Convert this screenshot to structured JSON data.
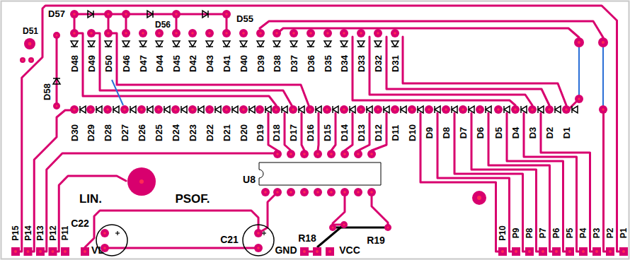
{
  "diagram": {
    "labels": [
      "D57",
      "D56",
      "D55",
      "D51",
      "D48",
      "D49",
      "D50",
      "D46",
      "D47",
      "D44",
      "D45",
      "D42",
      "D43",
      "D41",
      "D40",
      "D39",
      "D38",
      "D37",
      "D36",
      "D35",
      "D34",
      "D33",
      "D32",
      "D31",
      "D58",
      "D30",
      "D29",
      "D28",
      "D27",
      "D26",
      "D25",
      "D24",
      "D23",
      "D22",
      "D21",
      "D20",
      "D19",
      "D18",
      "D17",
      "D16",
      "D15",
      "D14",
      "D13",
      "D12",
      "D11",
      "D10",
      "D9",
      "D8",
      "D7",
      "D6",
      "D5",
      "D4",
      "D3",
      "D2",
      "D1",
      "LIN.",
      "PSOF.",
      "U8",
      "C22",
      "C21",
      "R18",
      "R19",
      "P15",
      "P14",
      "P13",
      "P12",
      "P11",
      "VL",
      "GND",
      "VCC",
      "P10",
      "P9",
      "P8",
      "P7",
      "P6",
      "P5",
      "P4",
      "P3",
      "P2",
      "P1"
    ]
  }
}
